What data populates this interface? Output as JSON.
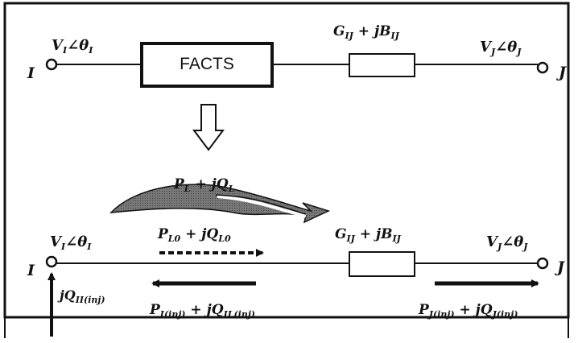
{
  "top_circuit": {
    "node_i": "I",
    "node_j": "J",
    "voltage_i": {
      "main": "V",
      "sub": "I",
      "angle": "∠θ",
      "angle_sub": "I"
    },
    "voltage_j": {
      "main": "V",
      "sub": "J",
      "angle": "∠θ",
      "angle_sub": "J"
    },
    "facts_label": "FACTS",
    "admittance": {
      "g": "G",
      "g_sub": "IJ",
      "plus_jb": " + jB",
      "b_sub": "IJ"
    }
  },
  "transform_arrow": {
    "icon": "hollow-down-arrow"
  },
  "bottom_circuit": {
    "node_i": "I",
    "node_j": "J",
    "voltage_i": {
      "main": "V",
      "sub": "I",
      "angle": "∠θ",
      "angle_sub": "I"
    },
    "voltage_j": {
      "main": "V",
      "sub": "J",
      "angle": "∠θ",
      "angle_sub": "J"
    },
    "admittance": {
      "g": "G",
      "g_sub": "IJ",
      "plus_jb": " + jB",
      "b_sub": "IJ"
    },
    "line_flow": {
      "p": "P",
      "p_sub": "L",
      "plus_jq": "  +  jQ",
      "q_sub": "L"
    },
    "initial_flow": {
      "p": "P",
      "p_sub": "L0",
      "plus_jq": " + jQ",
      "q_sub": "L0"
    },
    "injection_i": {
      "p": "P",
      "p_sub": "I(inj)",
      "plus_jq": " + jQ",
      "q_sub": "IL(inj)"
    },
    "injection_j": {
      "p": "P",
      "p_sub": "J(inj)",
      "plus_jq": " + jQ",
      "q_sub": "J(inj)"
    },
    "reactive_injection": {
      "jq": "jQ",
      "q_sub": "II(inj)"
    }
  }
}
